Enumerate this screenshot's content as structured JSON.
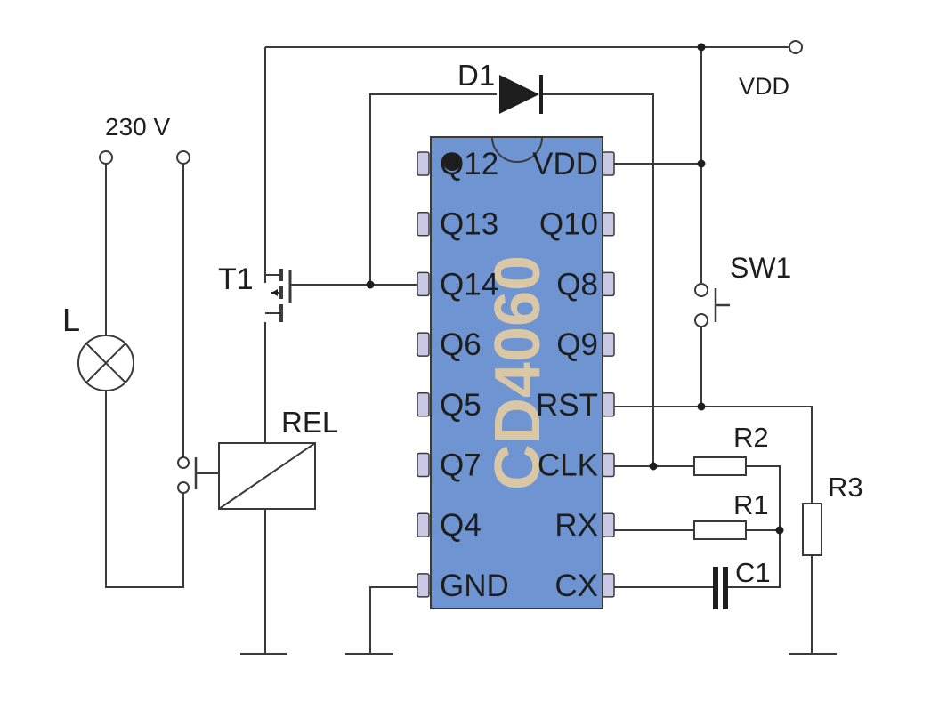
{
  "labels": {
    "vdd": "VDD",
    "mains": "230 V",
    "lamp": "L",
    "transistor": "T1",
    "relay": "REL",
    "diode": "D1",
    "switch": "SW1",
    "r1": "R1",
    "r2": "R2",
    "r3": "R3",
    "c1": "C1"
  },
  "chip": {
    "name": "CD4060",
    "left_pins": [
      "Q12",
      "Q13",
      "Q14",
      "Q6",
      "Q5",
      "Q7",
      "Q4",
      "GND"
    ],
    "right_pins": [
      "VDD",
      "Q10",
      "Q8",
      "Q9",
      "RST",
      "CLK",
      "RX",
      "CX"
    ]
  },
  "colors": {
    "chip_fill": "#6f94d2",
    "chip_name": "#d9c7a6",
    "pin_fill": "#c9c9e6",
    "wire": "#3a3a3a"
  }
}
